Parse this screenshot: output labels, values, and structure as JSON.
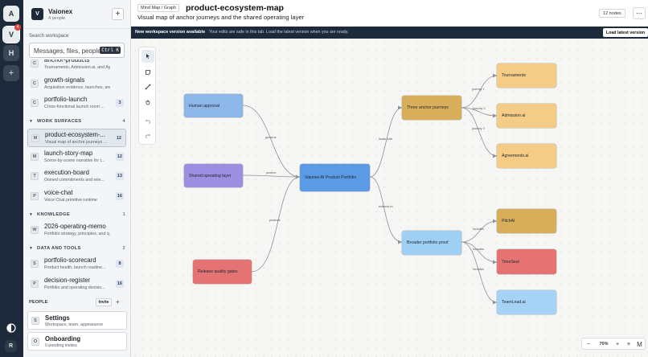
{
  "rail": {
    "workspaces": [
      {
        "letter": "A"
      },
      {
        "letter": "V",
        "badge": "4"
      },
      {
        "letter": "H"
      }
    ],
    "add_label": "+",
    "user_initial": "R"
  },
  "sidebar": {
    "workspace_logo": "V",
    "workspace_name": "Vaionex",
    "workspace_sub": "4 people",
    "new_button": "+",
    "search_label": "Search workspace",
    "search_placeholder": "Messages, files, people",
    "search_shortcut": "Ctrl K",
    "top_items": [
      {
        "avatar": "C",
        "title": "anchor-products",
        "sub": "Tournaments, Admission.ai, and Ag...",
        "count": ""
      },
      {
        "avatar": "C",
        "title": "growth-signals",
        "sub": "Acquisition evidence, launches, and...",
        "count": ""
      },
      {
        "avatar": "C",
        "title": "portfolio-launch",
        "sub": "Cross-functional launch room ...",
        "count": "3"
      }
    ],
    "sections": [
      {
        "label": "WORK SURFACES",
        "count": "4",
        "items": [
          {
            "avatar": "M",
            "title": "product-ecosystem-...",
            "sub": "Visual map of anchor journeys ...",
            "count": "12",
            "active": true
          },
          {
            "avatar": "M",
            "title": "launch-story-map",
            "sub": "Scene-by-scene narrative for t...",
            "count": "12"
          },
          {
            "avatar": "T",
            "title": "execution-board",
            "sub": "Owned commitments and rele...",
            "count": "13"
          },
          {
            "avatar": "P",
            "title": "voice-chat",
            "sub": "Voice Chat primitive runtime",
            "count": "16"
          }
        ]
      },
      {
        "label": "KNOWLEDGE",
        "count": "1",
        "items": [
          {
            "avatar": "W",
            "title": "2026-operating-memo",
            "sub": "Portfolio strategy, principles, and q...",
            "count": ""
          }
        ]
      },
      {
        "label": "DATA AND TOOLS",
        "count": "2",
        "items": [
          {
            "avatar": "S",
            "title": "portfolio-scorecard",
            "sub": "Product health, launch readine...",
            "count": "8"
          },
          {
            "avatar": "P",
            "title": "decision-register",
            "sub": "Portfolio and operating decisio...",
            "count": "16"
          }
        ]
      }
    ],
    "people_label": "PEOPLE",
    "invite_label": "Invite",
    "people_plus": "+",
    "settings": {
      "avatar": "S",
      "title": "Settings",
      "sub": "Workspace, team, appearance"
    },
    "onboarding": {
      "avatar": "O",
      "title": "Onboarding",
      "sub": "0 pending invites"
    }
  },
  "header": {
    "crumb": "Mind Map / Graph",
    "title": "product-ecosystem-map",
    "subtitle": "Visual map of anchor journeys and the shared operating layer",
    "nodes_badge": "12 nodes",
    "more": "⋯"
  },
  "banner": {
    "strong": "New workspace version available",
    "message": "Your edits are safe in this tab. Load the latest version when you are ready.",
    "button": "Load latest version"
  },
  "graph": {
    "nodes": {
      "human_approval": "Human approval",
      "shared_layer": "Shared operating layer",
      "release_gates": "Release quality gates",
      "portfolio": "Vaionex AI Product Portfolio",
      "anchor": "Three anchor journeys",
      "broader": "Broader portfolio proof",
      "tournaments": "Tournaments",
      "admission": "Admission.ai",
      "agreements": "Agreements.ai",
      "pitchai": "PitchAI",
      "timeseal": "TimeSeal",
      "teamlead": "TeamLead.ai"
    },
    "edge_labels": {
      "governs": "governs",
      "powers": "powers",
      "protects": "protects",
      "leads_with": "leads with",
      "extends_to": "extends to",
      "journey1": "journey 1",
      "journey2": "journey 2",
      "journey3": "journey 3",
      "includes1": "includes",
      "includes2": "includes",
      "includes3": "includes"
    },
    "colors": {
      "blue": "#8db7e8",
      "purple": "#9c8ee0",
      "red": "#e57373",
      "primary": "#5b9be6",
      "gold": "#d8ae5a",
      "light_blue": "#9fcff3",
      "peach": "#f4cc85",
      "sky": "#a6d3f5"
    }
  },
  "zoom": {
    "minus": "−",
    "level": "70%",
    "plus": "+",
    "menu": "≡",
    "minimap": "M"
  }
}
